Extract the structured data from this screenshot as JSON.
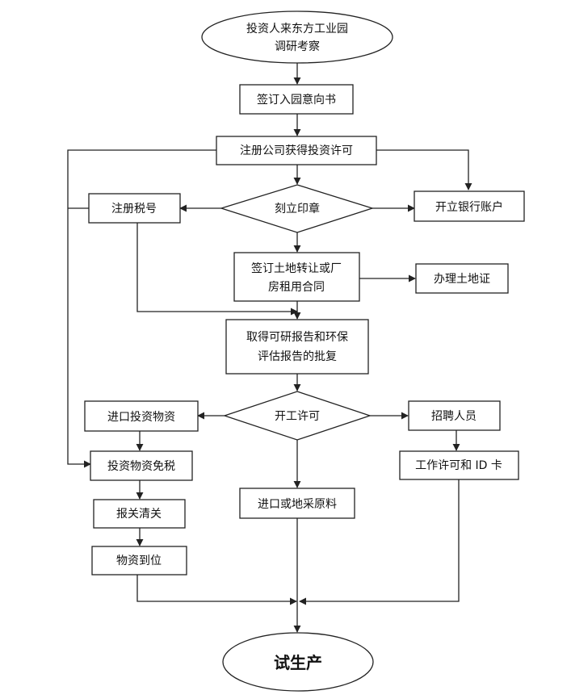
{
  "nodes": {
    "start": {
      "line1": "投资人来东方工业园",
      "line2": "调研考察"
    },
    "intent": "签订入园意向书",
    "register_company": "注册公司获得投资许可",
    "tax_number": "注册税号",
    "seal": "刻立印章",
    "bank_account": "开立银行账户",
    "land_contract": {
      "line1": "签订土地转让或厂",
      "line2": "房租用合同"
    },
    "land_cert": "办理土地证",
    "approval": {
      "line1": "取得可研报告和环保",
      "line2": "评估报告的批复"
    },
    "import_goods": "进口投资物资",
    "start_work": "开工许可",
    "recruit": "招聘人员",
    "tax_exempt": "投资物资免税",
    "work_permit": "工作许可和 ID 卡",
    "raw_materials": "进口或地采原料",
    "customs": "报关清关",
    "goods_arrival": "物资到位",
    "trial_production": "试生产"
  }
}
